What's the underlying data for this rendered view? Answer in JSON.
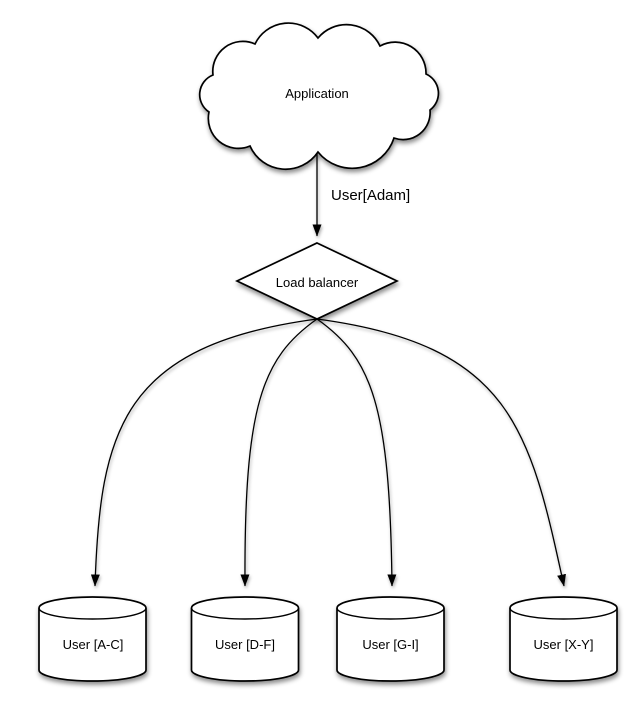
{
  "diagram": {
    "background_color": "#ffffff",
    "shape_fill_color": "#ffffff",
    "stroke_color": "#000000",
    "nodes": {
      "application": {
        "label": "Application",
        "shape": "cloud"
      },
      "load_balancer": {
        "label": "Load balancer",
        "shape": "diamond"
      },
      "shard_a_c": {
        "label": "User [A-C]",
        "shape": "cylinder"
      },
      "shard_d_f": {
        "label": "User [D-F]",
        "shape": "cylinder"
      },
      "shard_g_i": {
        "label": "User [G-I]",
        "shape": "cylinder"
      },
      "shard_x_y": {
        "label": "User [X-Y]",
        "shape": "cylinder"
      }
    },
    "edges": [
      {
        "from": "application",
        "to": "load_balancer",
        "label": "User[Adam]"
      },
      {
        "from": "load_balancer",
        "to": "shard_a_c",
        "label": ""
      },
      {
        "from": "load_balancer",
        "to": "shard_d_f",
        "label": ""
      },
      {
        "from": "load_balancer",
        "to": "shard_g_i",
        "label": ""
      },
      {
        "from": "load_balancer",
        "to": "shard_x_y",
        "label": ""
      }
    ]
  }
}
